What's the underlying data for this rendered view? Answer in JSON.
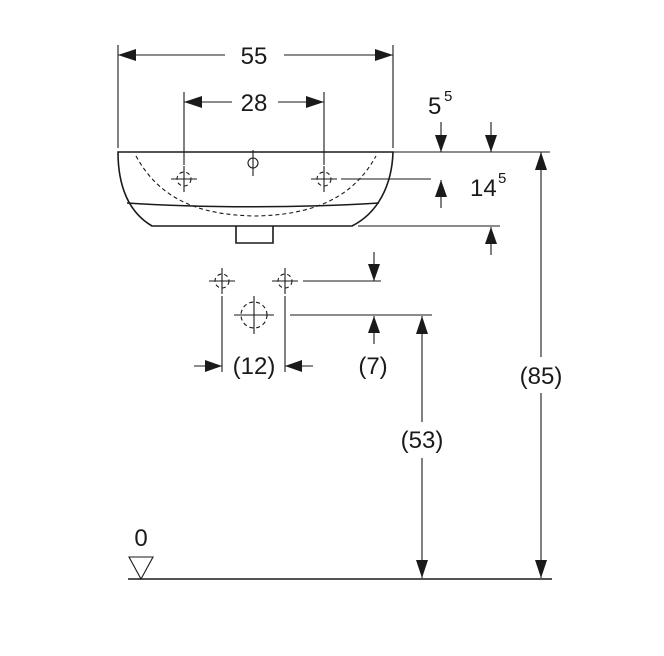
{
  "dimensions": {
    "width_55": "55",
    "width_28": "28",
    "d_5": "5",
    "d_5_sup": "5",
    "d_14": "14",
    "d_14_sup": "5",
    "d_12": "(12)",
    "d_7": "(7)",
    "d_53": "(53)",
    "d_85": "(85)",
    "floor_zero": "0"
  }
}
